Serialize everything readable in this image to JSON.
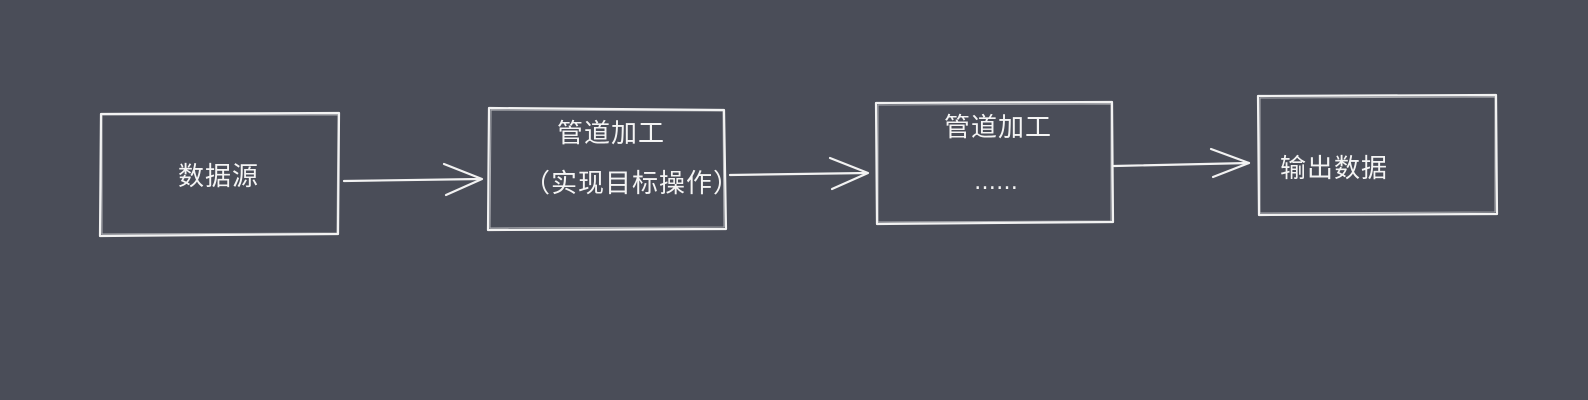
{
  "diagram": {
    "background_color": "#4a4d58",
    "stroke_color": "#f2f2f2",
    "nodes": [
      {
        "id": "source",
        "lines": [
          "数据源"
        ]
      },
      {
        "id": "pipeline-1",
        "lines": [
          "管道加工",
          "（实现目标操作）"
        ]
      },
      {
        "id": "pipeline-2",
        "lines": [
          "管道加工",
          "……"
        ]
      },
      {
        "id": "output",
        "lines": [
          "输出数据"
        ]
      }
    ],
    "edges": [
      {
        "from": "source",
        "to": "pipeline-1"
      },
      {
        "from": "pipeline-1",
        "to": "pipeline-2"
      },
      {
        "from": "pipeline-2",
        "to": "output"
      }
    ]
  }
}
